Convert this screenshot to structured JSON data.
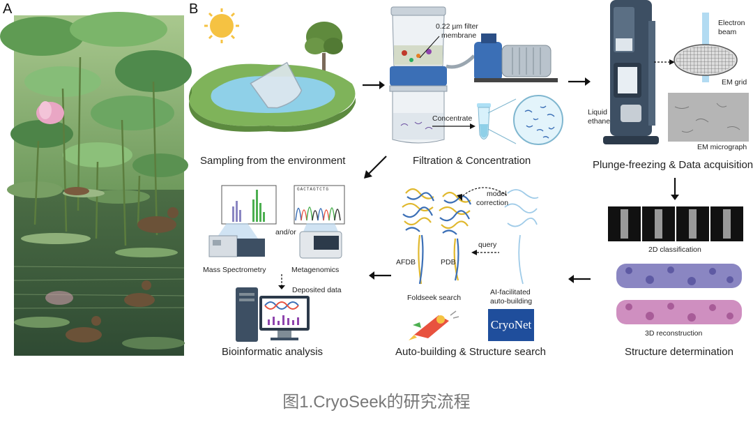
{
  "panel_a": {
    "letter": "A"
  },
  "panel_b": {
    "letter": "B"
  },
  "steps": {
    "sampling": "Sampling from the environment",
    "filtration": "Filtration & Concentration",
    "plunge": "Plunge-freezing & Data acquisition",
    "structure": "Structure determination",
    "autobuild": "Auto-building & Structure search",
    "bioinfo": "Bioinformatic analysis"
  },
  "labels": {
    "filter_membrane_line1": "0.22 µm filter",
    "filter_membrane_line2": "membrane",
    "concentrate": "Concentrate",
    "electron_line1": "Electron",
    "electron_line2": "beam",
    "em_grid": "EM grid",
    "liquid_line1": "Liquid",
    "liquid_line2": "ethane",
    "em_micrograph": "EM micrograph",
    "class2d": "2D classification",
    "recon3d": "3D reconstruction",
    "model_corr_line1": "model",
    "model_corr_line2": "correction",
    "query": "query",
    "afdb": "AFDB",
    "pdb": "PDB",
    "foldseek": "Foldseek search",
    "ai_line1": "AI-facilitated",
    "ai_line2": "auto-building",
    "cryonet": "CryoNet",
    "mass_spec": "Mass Spectrometry",
    "andor": "and/or",
    "metagenomics": "Metagenomics",
    "deposited": "Deposited data",
    "sequence": "GACTAGTCTG"
  },
  "caption": "图1.CryoSeek的研究流程",
  "colors": {
    "accent_blue": "#3b6fb6",
    "pond": "#8fd0e8",
    "grass": "#7fb35a",
    "sun": "#f5c242"
  }
}
